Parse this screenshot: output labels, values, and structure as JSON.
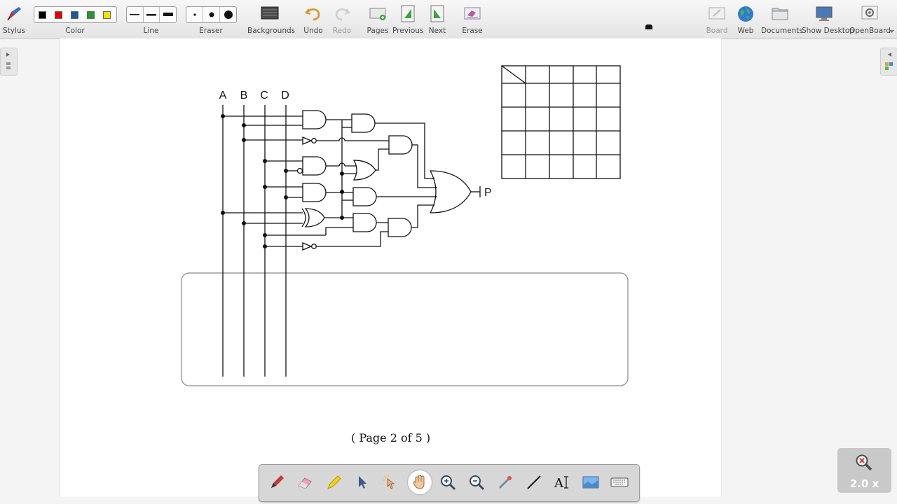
{
  "toolbar": {
    "stylus": "Stylus",
    "color": "Color",
    "line": "Line",
    "eraser": "Eraser",
    "backgrounds": "Backgrounds",
    "undo": "Undo",
    "redo": "Redo",
    "pages": "Pages",
    "previous": "Previous",
    "next": "Next",
    "erase": "Erase",
    "board": "Board",
    "web": "Web",
    "documents": "Documents",
    "show_desktop": "Show Desktop",
    "openboard": "OpenBoard"
  },
  "colors": {
    "swatches": [
      "#000000",
      "#e00000",
      "#1a5aa0",
      "#1e9a2e",
      "#f5e000"
    ]
  },
  "circuit": {
    "inputs": [
      "A",
      "B",
      "C",
      "D"
    ],
    "output": "P"
  },
  "page_label": "( Page 2 of 5 )",
  "zoom": {
    "level": "2.0 x"
  },
  "icons": [
    "stylus-icon",
    "undo-icon",
    "redo-icon",
    "pages-icon",
    "previous-icon",
    "next-icon",
    "erase-icon",
    "board-icon",
    "web-icon",
    "documents-icon",
    "show-desktop-icon",
    "openboard-icon",
    "pen-icon",
    "eraser-icon",
    "highlighter-icon",
    "selector-icon",
    "laser-pointer-icon",
    "hand-icon",
    "zoom-in-icon",
    "zoom-out-icon",
    "pointer-icon",
    "line-icon",
    "text-icon",
    "capture-icon",
    "keyboard-icon"
  ]
}
